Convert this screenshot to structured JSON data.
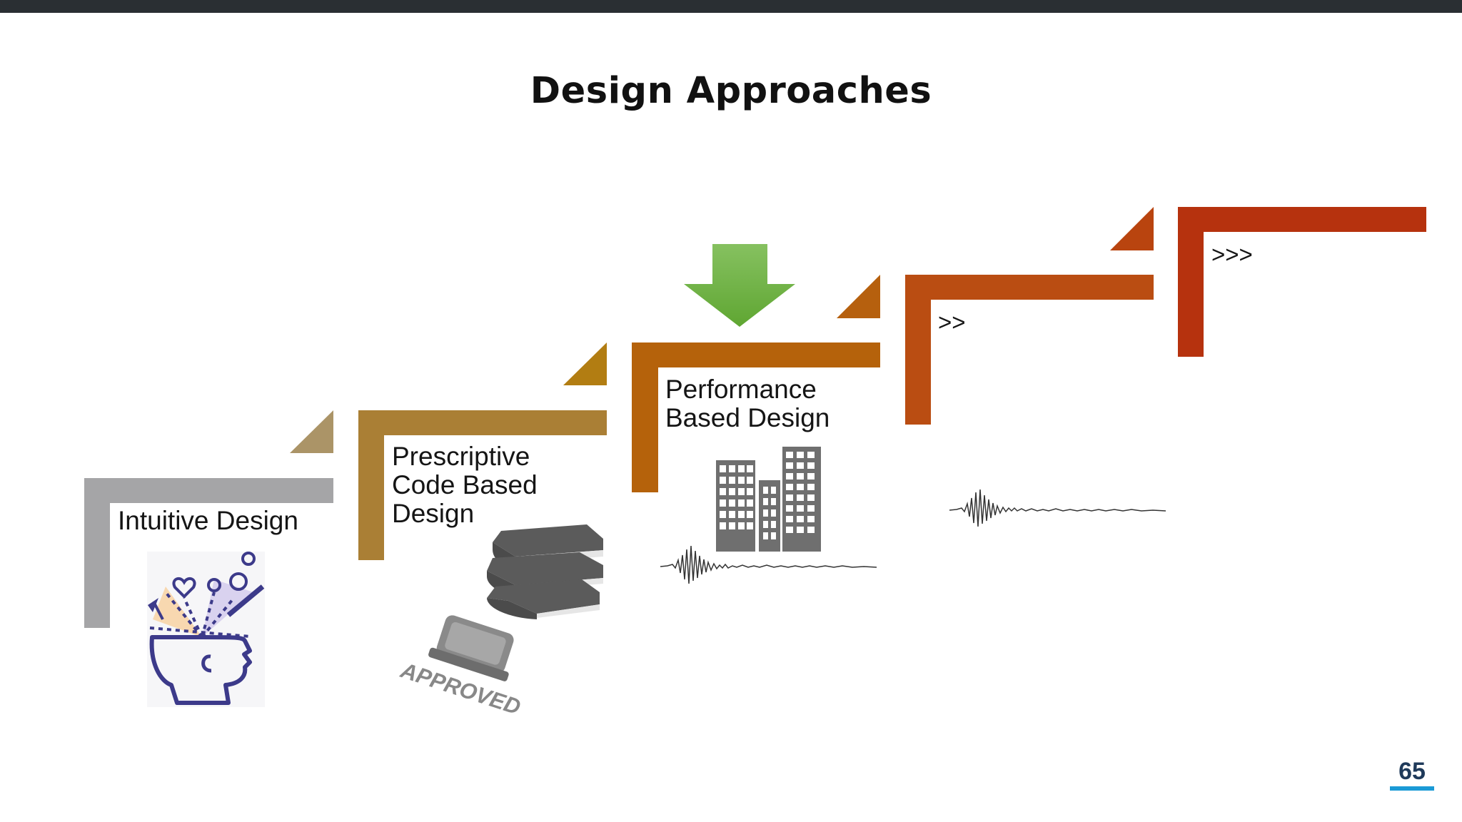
{
  "slide": {
    "title": "Design Approaches",
    "page_number": "65"
  },
  "steps": [
    {
      "label": "Intuitive Design",
      "color": "#a5a5a7"
    },
    {
      "label": "Prescriptive\nCode Based\nDesign",
      "color": "#aa7f35"
    },
    {
      "label": "Performance\nBased Design",
      "color": "#b5620b"
    },
    {
      "label": ">>",
      "color": "#ba4d12"
    },
    {
      "label": ">>>",
      "color": "#b6320e"
    }
  ],
  "images": {
    "stamp_text": "APPROVED"
  },
  "colors": {
    "arrow_green": "#6aaf3d",
    "icon_navy": "#3c3a8a"
  }
}
